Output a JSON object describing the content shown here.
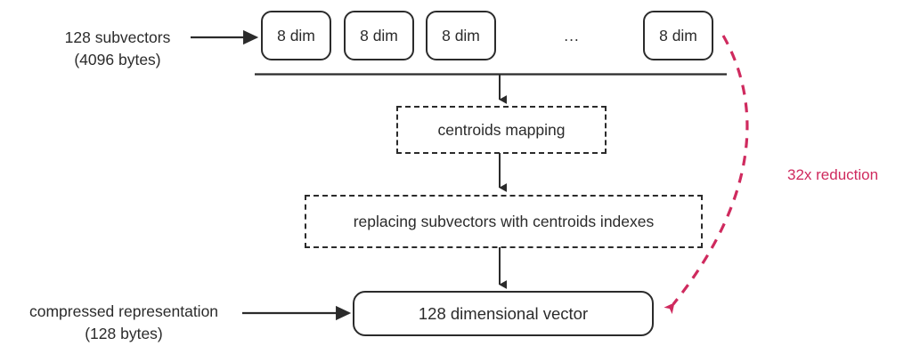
{
  "diagram": {
    "title": "product-quantization-compression",
    "colors": {
      "ink": "#2b2b2b",
      "accent": "#cf2a5e",
      "background": "#ffffff"
    },
    "input_label": {
      "line1": "128 subvectors",
      "line2": "(4096 bytes)"
    },
    "output_label": {
      "line1": "compressed representation",
      "line2": "(128 bytes)"
    },
    "subvectors": {
      "chips": [
        {
          "label": "8 dim"
        },
        {
          "label": "8 dim"
        },
        {
          "label": "8 dim"
        },
        {
          "label": "8 dim"
        }
      ],
      "ellipsis": "..."
    },
    "steps": [
      {
        "label": "centroids mapping"
      },
      {
        "label": "replacing subvectors with centroids indexes"
      }
    ],
    "result": {
      "label": "128 dimensional vector"
    },
    "annotation": {
      "label": "32x reduction"
    }
  }
}
